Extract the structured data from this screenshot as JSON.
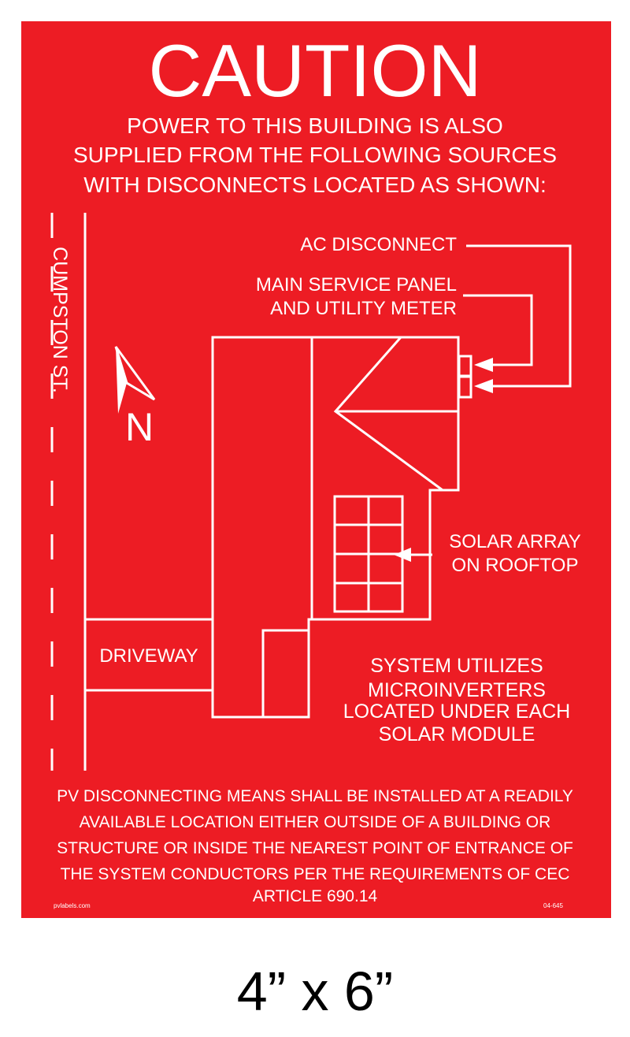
{
  "sign": {
    "title": "CAUTION",
    "subtitle_lines": [
      "POWER TO THIS BUILDING IS ALSO",
      "SUPPLIED FROM THE FOLLOWING SOURCES",
      "WITH DISCONNECTS LOCATED AS SHOWN:"
    ],
    "street_label": "CUMPSTON ST.",
    "north_label": "N",
    "driveway_label": "DRIVEWAY",
    "callouts": {
      "ac_disconnect": "AC DISCONNECT",
      "main_panel_line1": "MAIN SERVICE PANEL",
      "main_panel_line2": "AND UTILITY METER",
      "solar_line1": "SOLAR ARRAY",
      "solar_line2": "ON ROOFTOP",
      "micro_lines": [
        "SYSTEM UTILIZES",
        "MICROINVERTERS",
        "LOCATED UNDER EACH",
        "SOLAR MODULE"
      ]
    },
    "notice_lines": [
      "PV DISCONNECTING MEANS SHALL BE INSTALLED AT A READILY",
      "AVAILABLE LOCATION EITHER OUTSIDE OF A BUILDING OR",
      "STRUCTURE OR INSIDE THE NEAREST POINT OF ENTRANCE OF",
      "THE SYSTEM CONDUCTORS PER THE REQUIREMENTS OF CEC",
      "ARTICLE 690.14"
    ],
    "website": "pvlabels.com",
    "part_number": "04-645",
    "colors": {
      "background": "#ed1c24",
      "foreground": "#ffffff"
    }
  },
  "size_caption": "4” x 6”"
}
